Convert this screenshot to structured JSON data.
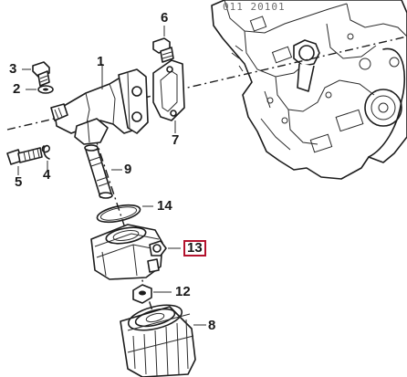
{
  "watermark": "011 20101",
  "highlight_color": "#b3122d",
  "callouts": [
    {
      "id": "1",
      "label": "1"
    },
    {
      "id": "2",
      "label": "2"
    },
    {
      "id": "3",
      "label": "3"
    },
    {
      "id": "4",
      "label": "4"
    },
    {
      "id": "5",
      "label": "5"
    },
    {
      "id": "6",
      "label": "6"
    },
    {
      "id": "7",
      "label": "7"
    },
    {
      "id": "8",
      "label": "8"
    },
    {
      "id": "9",
      "label": "9"
    },
    {
      "id": "12",
      "label": "12"
    },
    {
      "id": "13",
      "label": "13",
      "highlighted": true
    },
    {
      "id": "14",
      "label": "14"
    }
  ]
}
